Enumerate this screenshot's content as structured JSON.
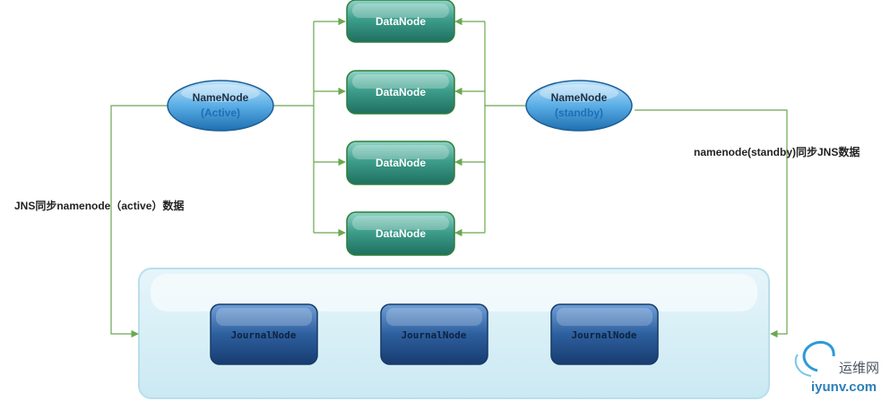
{
  "namenodes": {
    "active": {
      "name": "NameNode",
      "role": "(Active)"
    },
    "standby": {
      "name": "NameNode",
      "role": "(standby)"
    }
  },
  "datanodes": [
    {
      "label": "DataNode"
    },
    {
      "label": "DataNode"
    },
    {
      "label": "DataNode"
    },
    {
      "label": "DataNode"
    }
  ],
  "journalnodes": [
    {
      "label": "JournalNode"
    },
    {
      "label": "JournalNode"
    },
    {
      "label": "JournalNode"
    }
  ],
  "edges": {
    "active_sync_label": "JNS同步namenode（active）数据",
    "standby_sync_label": "namenode(standby)同步JNS数据"
  },
  "watermark": {
    "cn": "运维网",
    "en": "iyunv.com"
  },
  "colors": {
    "connector": "#6aa84f",
    "datanode": "#2e8b7a",
    "namenode": "#2a7fc0",
    "journalnode": "#2f5d9a",
    "container": "#d6eef6"
  }
}
